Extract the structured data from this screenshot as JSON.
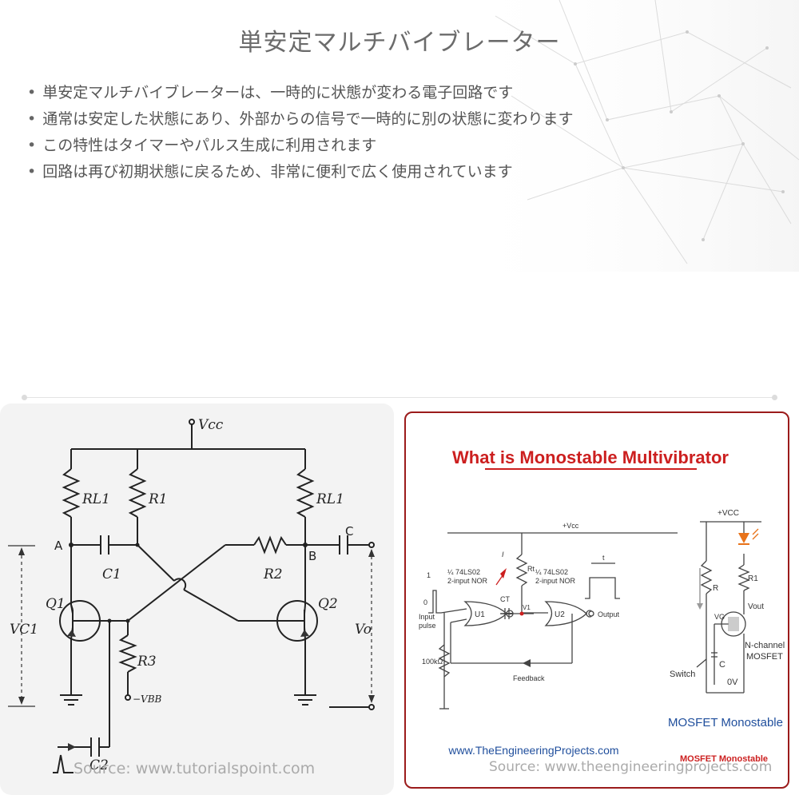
{
  "slide": {
    "title": "単安定マルチバイブレーター",
    "bullets": [
      "単安定マルチバイブレーターは、一時的に状態が変わる電子回路です",
      "通常は安定した状態にあり、外部からの信号で一時的に別の状態に変わります",
      "この特性はタイマーやパルス生成に利用されます",
      "回路は再び初期状態に戻るため、非常に便利で広く使用されています"
    ]
  },
  "left_figure": {
    "labels": {
      "vcc": "Vcc",
      "rl1_left": "RL1",
      "r1": "R1",
      "rl1_right": "RL1",
      "node_a": "A",
      "node_b": "B",
      "c1": "C1",
      "r2": "R2",
      "c": "C",
      "q1": "Q1",
      "q2": "Q2",
      "vc1": "VC1",
      "vo": "Vo",
      "r3": "R3",
      "vbb": "−VBB",
      "c2": "C2"
    },
    "source": "Source: www.tutorialspoint.com"
  },
  "right_figure": {
    "heading": "What is Monostable Multivibrator",
    "labels": {
      "vcc": "+Vcc",
      "gate1_type": "¼ 74LS02",
      "gate1_desc": "2-input NOR",
      "gate2_type": "¼ 74LS02",
      "gate2_desc": "2-input NOR",
      "u1": "U1",
      "u2": "U2",
      "ct": "CT",
      "rt": "Rt",
      "v1": "V1",
      "input_pulse_1": "Input",
      "input_pulse_2": "pulse",
      "one": "1",
      "zero": "0",
      "i": "I",
      "t": "t",
      "output": "Output",
      "res_100k": "100kΩ",
      "feedback": "Feedback",
      "m_vcc": "+VCC",
      "m_r": "R",
      "m_r1": "R1",
      "m_vout": "Vout",
      "m_vg": "VG",
      "m_nch_1": "N-channel",
      "m_nch_2": "MOSFET",
      "m_switch": "Switch",
      "m_c": "C",
      "m_0v": "0V",
      "mosfet_caption": "MOSFET Monostable",
      "website": "www.TheEngineeringProjects.com",
      "mosfet_tag": "MOSFET Monostable"
    },
    "source": "Source: www.theengineeringprojects.com"
  }
}
